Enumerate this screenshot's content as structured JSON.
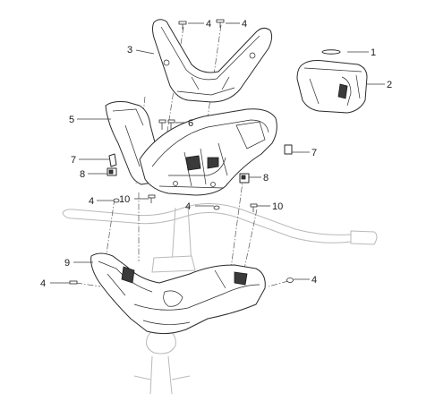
{
  "callouts": [
    {
      "id": "c1",
      "label": "1"
    },
    {
      "id": "c2",
      "label": "2"
    },
    {
      "id": "c3",
      "label": "3"
    },
    {
      "id": "c4a",
      "label": "4"
    },
    {
      "id": "c4b",
      "label": "4"
    },
    {
      "id": "c5",
      "label": "5"
    },
    {
      "id": "c6",
      "label": "6"
    },
    {
      "id": "c7a",
      "label": "7"
    },
    {
      "id": "c7b",
      "label": "7"
    },
    {
      "id": "c8a",
      "label": "8"
    },
    {
      "id": "c8b",
      "label": "8"
    },
    {
      "id": "c4c",
      "label": "4"
    },
    {
      "id": "c10a",
      "label": "10"
    },
    {
      "id": "c4d",
      "label": "4"
    },
    {
      "id": "c10b",
      "label": "10"
    },
    {
      "id": "c9",
      "label": "9"
    },
    {
      "id": "c4e",
      "label": "4"
    },
    {
      "id": "c4f",
      "label": "4"
    }
  ]
}
